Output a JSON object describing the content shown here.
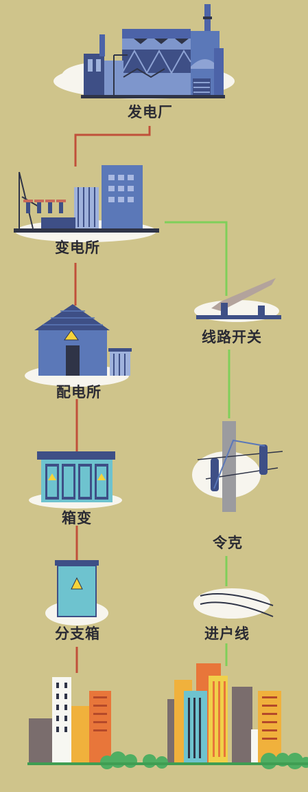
{
  "labels": {
    "power_plant": "发电厂",
    "substation": "变电所",
    "distribution_station": "配电所",
    "box_transformer": "箱变",
    "branch_box": "分支箱",
    "line_switch": "线路开关",
    "drop_fuse": "令克",
    "service_line": "进户线"
  },
  "colors": {
    "background": "#cfc48b",
    "left_line": "#c0503a",
    "right_line": "#7fcf5a",
    "building_blue": "#5b78b8",
    "building_teal": "#6ec3cf",
    "base_dark": "#2f3447",
    "cloud": "#f7f5ee"
  },
  "icons": [
    "factory-icon",
    "substation-icon",
    "distribution-house-icon",
    "box-transformer-icon",
    "branch-box-icon",
    "line-switch-icon",
    "utility-pole-icon",
    "wires-icon",
    "city-skyline-icon"
  ]
}
